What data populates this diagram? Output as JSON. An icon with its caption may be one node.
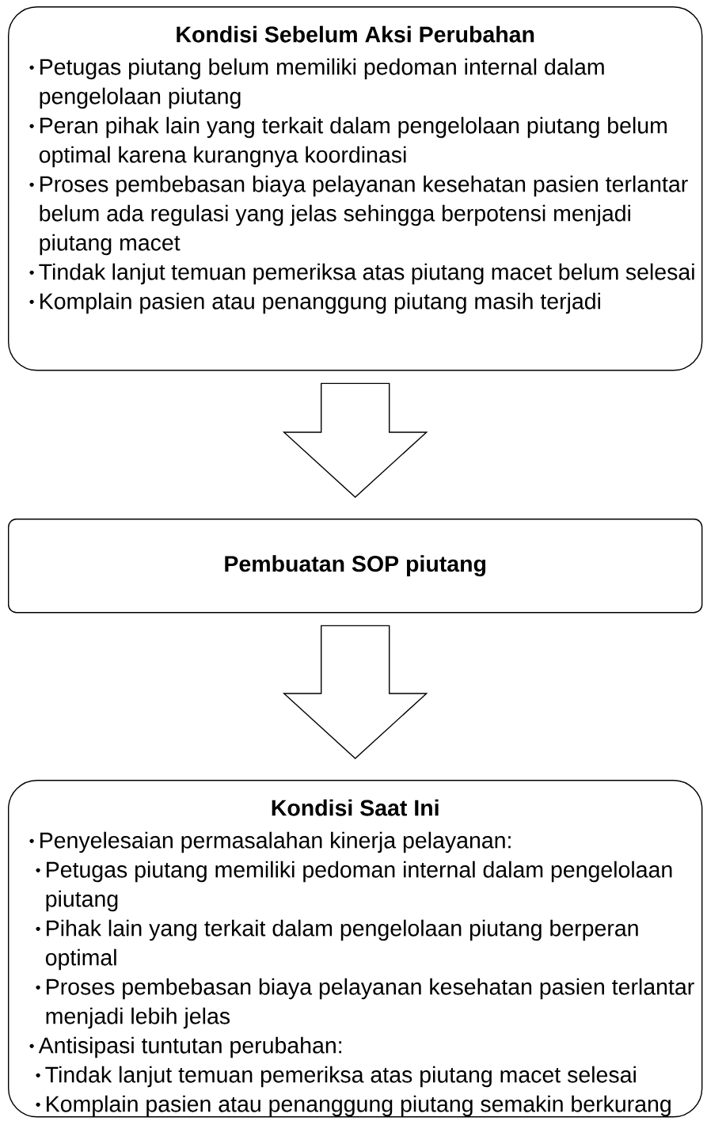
{
  "diagram": {
    "nodes": [
      {
        "text": [
          "Kondisi Sebelum Aksi Perubahan",
          "Petugas piutang belum memiliki pedoman internal dalam pengelolaan piutang",
          "Peran pihak lain yang terkait dalam pengelolaan piutang belum optimal karena kurangnya koordinasi",
          "Proses pembebasan biaya pelayanan kesehatan pasien terlantar belum ada regulasi yang jelas sehingga berpotensi menjadi piutang macet",
          "Tindak lanjut temuan pemeriksa atas piutang macet belum selesai",
          "Komplain pasien atau penanggung piutang masih terjadi"
        ]
      },
      {
        "text": [
          "Pembuatan SOP piutang"
        ]
      },
      {
        "text": [
          "Kondisi Saat Ini",
          "Penyelesaian permasalahan kinerja pelayanan:",
          "Petugas piutang memiliki pedoman internal dalam pengelolaan piutang",
          "Pihak lain yang terkait dalam pengelolaan piutang berperan optimal",
          "Proses pembebasan biaya pelayanan kesehatan pasien terlantar menjadi lebih jelas",
          "Antisipasi tuntutan perubahan:",
          "Tindak lanjut temuan pemeriksa atas piutang macet selesai",
          "Komplain pasien atau penanggung piutang semakin berkurang"
        ]
      }
    ],
    "edges": [
      {
        "from": 0,
        "to": 1,
        "arrow": "to"
      },
      {
        "from": 1,
        "to": 2,
        "arrow": "to"
      }
    ]
  }
}
